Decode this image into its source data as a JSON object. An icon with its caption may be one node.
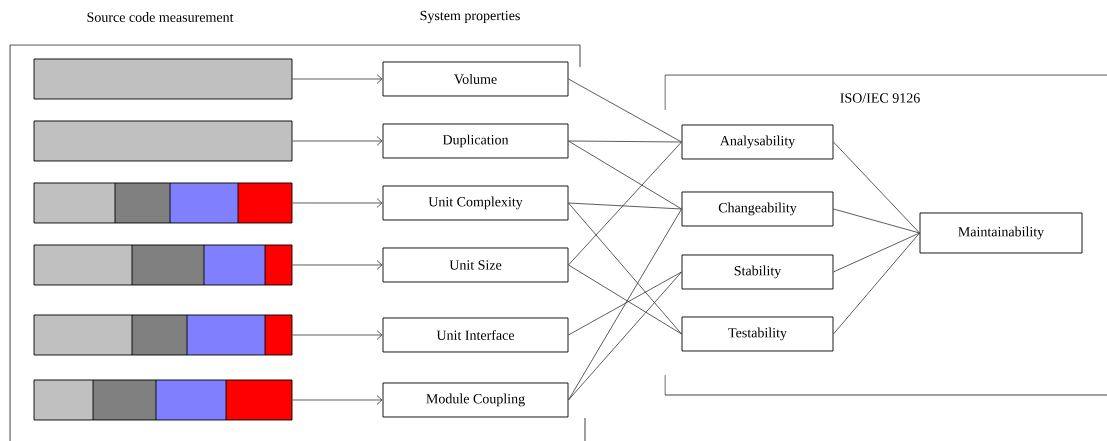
{
  "diagram": {
    "nodes": [
      {
        "text": [],
        "shape": "bar"
      },
      {
        "text": [],
        "shape": "bar"
      },
      {
        "text": [],
        "shape": "bar"
      },
      {
        "text": [],
        "shape": "bar"
      },
      {
        "text": [],
        "shape": "bar"
      },
      {
        "text": [],
        "shape": "bar"
      },
      {
        "text": [
          "Volume"
        ]
      },
      {
        "text": [
          "Duplication"
        ]
      },
      {
        "text": [
          "Unit Complexity"
        ]
      },
      {
        "text": [
          "Unit Size"
        ]
      },
      {
        "text": [
          "Unit Interface"
        ]
      },
      {
        "text": [
          "Module Coupling"
        ]
      },
      {
        "text": [
          "Analysability"
        ]
      },
      {
        "text": [
          "Changeability"
        ]
      },
      {
        "text": [
          "Stability"
        ]
      },
      {
        "text": [
          "Testability"
        ]
      },
      {
        "text": [
          "Maintainability"
        ]
      }
    ],
    "edges": [
      {
        "from": 0,
        "to": 6,
        "arrow": "to"
      },
      {
        "from": 1,
        "to": 7,
        "arrow": "to"
      },
      {
        "from": 2,
        "to": 8,
        "arrow": "to"
      },
      {
        "from": 3,
        "to": 9,
        "arrow": "to"
      },
      {
        "from": 4,
        "to": 10,
        "arrow": "to"
      },
      {
        "from": 5,
        "to": 11,
        "arrow": "to"
      },
      {
        "from": 6,
        "to": 12,
        "arrow": "none"
      },
      {
        "from": 7,
        "to": 12,
        "arrow": "none"
      },
      {
        "from": 7,
        "to": 13,
        "arrow": "none"
      },
      {
        "from": 8,
        "to": 13,
        "arrow": "none"
      },
      {
        "from": 8,
        "to": 15,
        "arrow": "none"
      },
      {
        "from": 9,
        "to": 12,
        "arrow": "none"
      },
      {
        "from": 9,
        "to": 15,
        "arrow": "none"
      },
      {
        "from": 10,
        "to": 14,
        "arrow": "none"
      },
      {
        "from": 11,
        "to": 13,
        "arrow": "none"
      },
      {
        "from": 11,
        "to": 14,
        "arrow": "none"
      },
      {
        "from": 12,
        "to": 16,
        "arrow": "none"
      },
      {
        "from": 13,
        "to": 16,
        "arrow": "none"
      },
      {
        "from": 14,
        "to": 16,
        "arrow": "none"
      },
      {
        "from": 15,
        "to": 16,
        "arrow": "none"
      }
    ],
    "labels": [
      "Source code measurement",
      "System properties",
      "ISO/IEC 9126"
    ]
  }
}
